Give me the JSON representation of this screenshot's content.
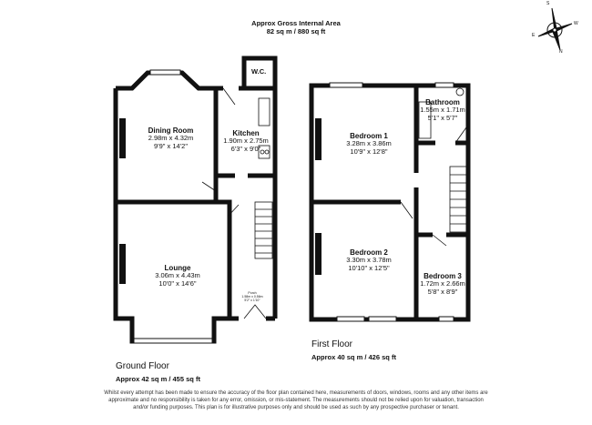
{
  "header": {
    "line1": "Approx Gross Internal Area",
    "line2": "82 sq m / 880 sq ft"
  },
  "compass": {
    "labels": [
      "S",
      "W",
      "N",
      "E"
    ]
  },
  "ground_floor": {
    "title": "Ground Floor",
    "area": "Approx 42 sq m / 455 sq ft",
    "rooms": [
      {
        "name": "Dining Room",
        "metric": "2.98m x 4.32m",
        "imperial": "9'9\" x 14'2\""
      },
      {
        "name": "Kitchen",
        "metric": "1.90m x 2.75m",
        "imperial": "6'3\" x 9'0\""
      },
      {
        "name": "W.C."
      },
      {
        "name": "Lounge",
        "metric": "3.06m x 4.43m",
        "imperial": "10'0\" x 14'6\""
      },
      {
        "name": "Porch",
        "metric": "1.58m x 0.56m",
        "imperial": "5'2\" x 1'10\""
      }
    ]
  },
  "first_floor": {
    "title": "First Floor",
    "area": "Approx 40 sq m / 426 sq ft",
    "rooms": [
      {
        "name": "Bedroom 1",
        "metric": "3.28m x 3.86m",
        "imperial": "10'9\" x 12'8\""
      },
      {
        "name": "Bathroom",
        "metric": "1.55m x 1.71m",
        "imperial": "5'1\" x 5'7\""
      },
      {
        "name": "Bedroom 2",
        "metric": "3.30m x 3.78m",
        "imperial": "10'10\" x 12'5\""
      },
      {
        "name": "Bedroom 3",
        "metric": "1.72m x 2.66m",
        "imperial": "5'8\" x 8'9\""
      }
    ]
  },
  "disclaimer": "Whilst every attempt has been made to ensure the accuracy of the floor plan contained here, measurements of doors, windows, rooms and any other items are approximate and no responsibility is taken for any error, omission, or mis-statement. The measurements should not be relied upon for valuation, transaction and/or funding purposes. This plan is for illustrative purposes only and should be used as such by any prospective purchaser or tenant.",
  "colors": {
    "wall": "#111111",
    "window": "#ffffff"
  }
}
